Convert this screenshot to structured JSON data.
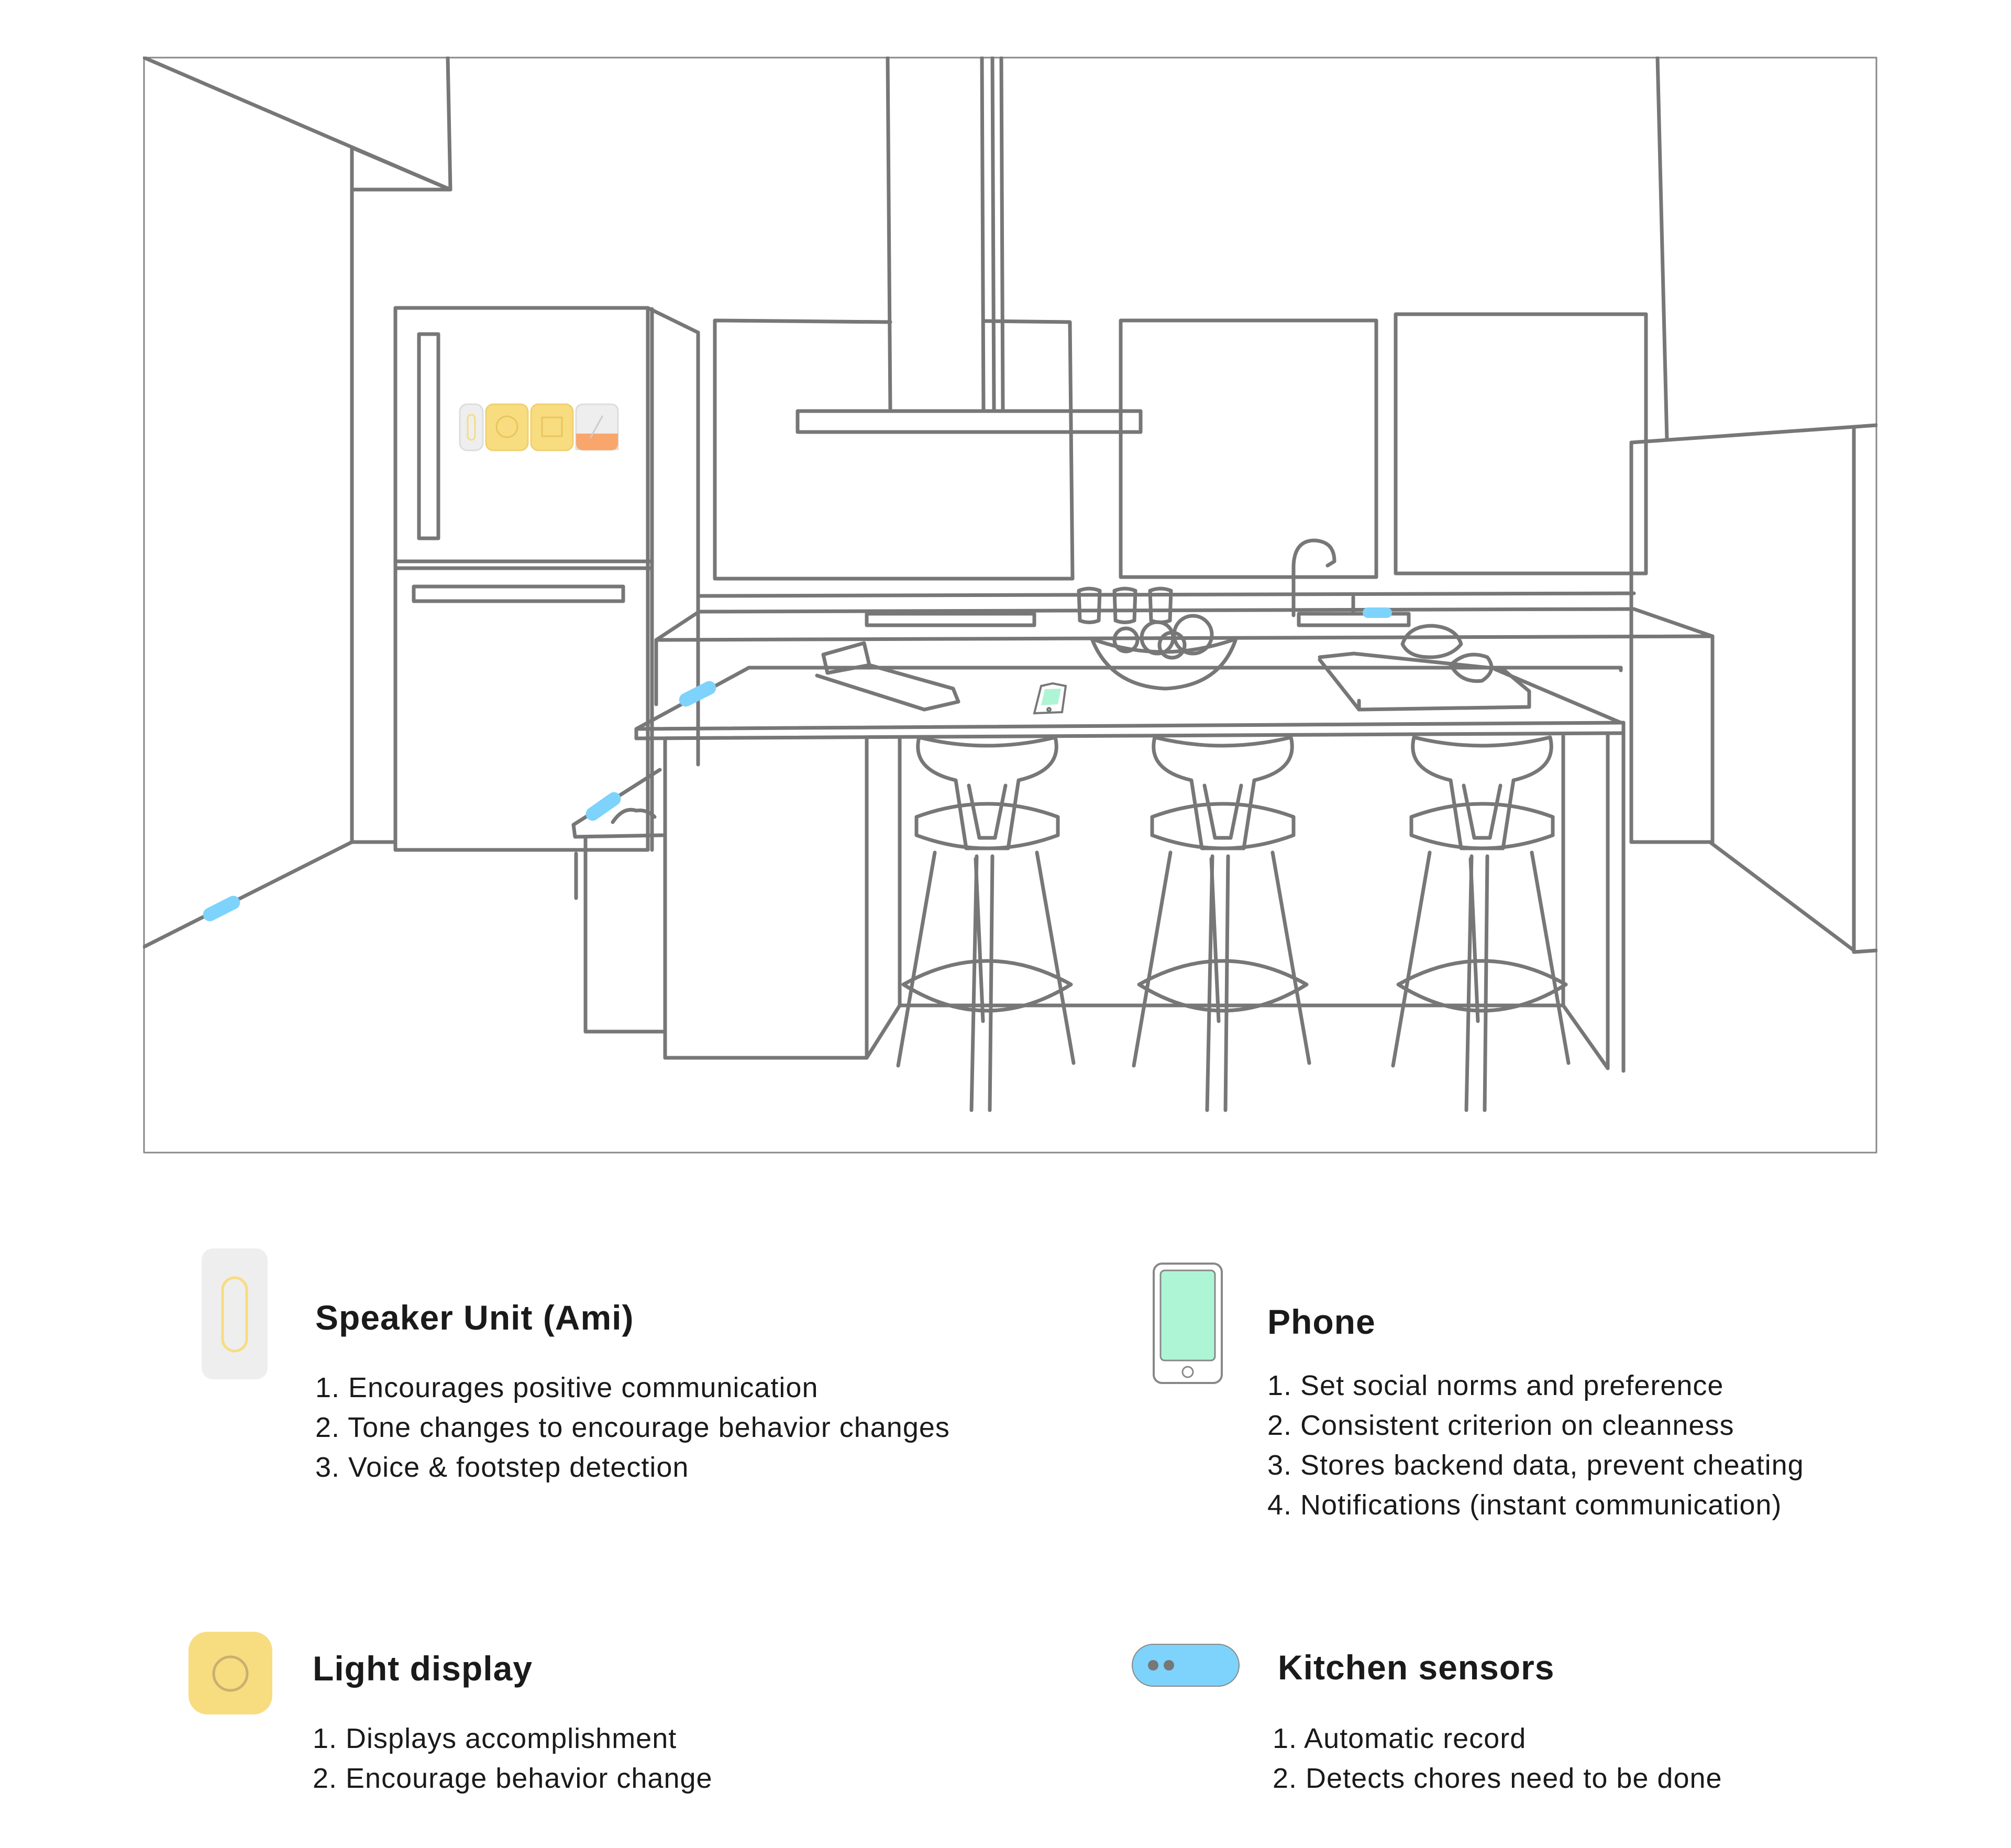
{
  "legend": [
    {
      "icon": "speaker-unit-icon",
      "title": "Speaker Unit (Ami)",
      "items": [
        "1. Encourages positive communication",
        "2. Tone changes to encourage behavior changes",
        "3. Voice & footstep detection"
      ]
    },
    {
      "icon": "phone-icon",
      "title": "Phone",
      "items": [
        "1. Set social norms and preference",
        "2. Consistent criterion on cleanness",
        "3. Stores backend data, prevent cheating",
        "4. Notifications (instant communication)"
      ]
    },
    {
      "icon": "light-display-icon",
      "title": "Light display",
      "items": [
        "1. Displays accomplishment",
        "2. Encourage behavior change"
      ]
    },
    {
      "icon": "kitchen-sensor-icon",
      "title": "Kitchen sensors",
      "items": [
        "1. Automatic record",
        "2. Detects chores need to be done"
      ]
    }
  ],
  "colors": {
    "line": "#777777",
    "speaker_body": "#eeeeee",
    "light_yellow": "#f8dc80",
    "phone_screen": "#aef5d6",
    "sensor_blue": "#7dd3fb",
    "accent_orange": "#f9a66c"
  }
}
